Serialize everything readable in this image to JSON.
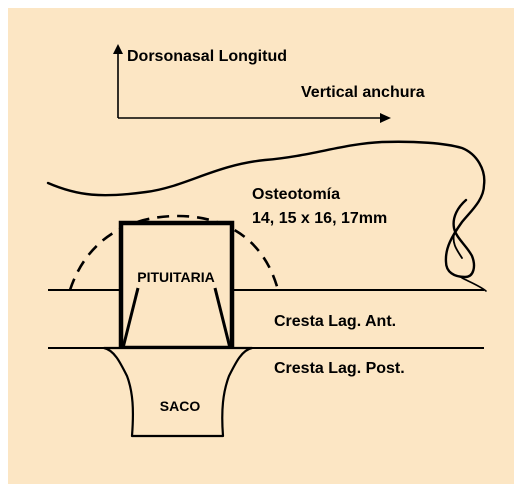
{
  "colors": {
    "background": "#FCE6C4",
    "page": "#FFFFFF",
    "ink": "#000000"
  },
  "axes": {
    "vertical_label": "Dorsonasal Longitud",
    "horizontal_label": "Vertical anchura"
  },
  "labels": {
    "osteotomy_title": "Osteotomía",
    "osteotomy_dimensions": "14, 15 x 16, 17mm",
    "pituitaria": "PITUITARIA",
    "anterior_crest": "Cresta Lag. Ant.",
    "posterior_crest": "Cresta Lag. Post.",
    "saco": "SACO"
  }
}
